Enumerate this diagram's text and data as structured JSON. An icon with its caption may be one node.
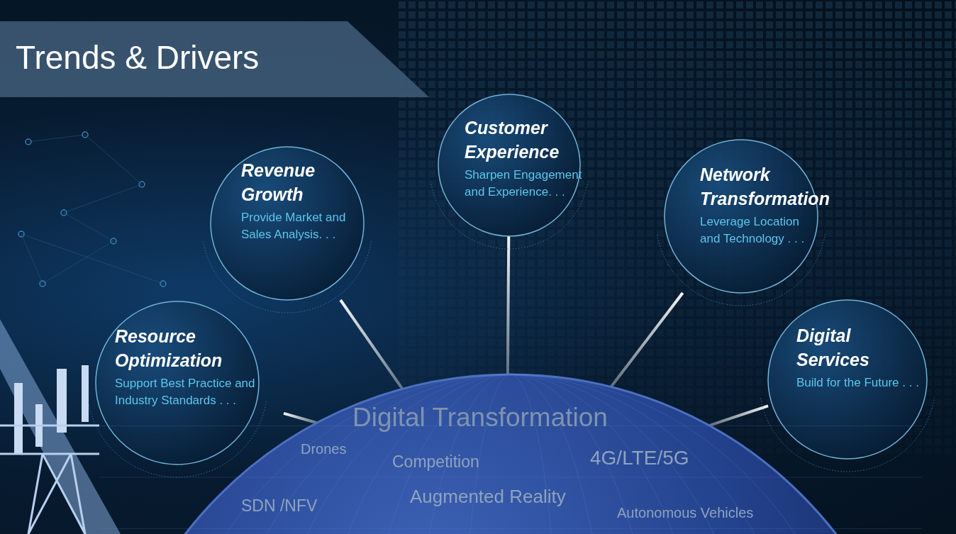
{
  "diagram": {
    "title": "Trends & Drivers",
    "nodes": [
      {
        "text": [
          "Resource Optimization",
          "Support Best Practice and Industry Standards . . ."
        ]
      },
      {
        "text": [
          "Revenue Growth",
          "Provide Market and Sales Analysis. . ."
        ]
      },
      {
        "text": [
          "Customer Experience",
          "Sharpen Engagement and Experience. . ."
        ]
      },
      {
        "text": [
          "Network Transformation",
          "Leverage Location and Technology . . ."
        ]
      },
      {
        "text": [
          "Digital Services",
          "Build for the Future . . ."
        ]
      },
      {
        "text": [
          "Digital Transformation",
          "Drones",
          "Competition",
          "4G/LTE/5G",
          "SDN /NFV",
          "Augmented Reality",
          "Autonomous Vehicles"
        ]
      }
    ],
    "edges": [
      {
        "from": 0,
        "to": 5,
        "arrow": "none"
      },
      {
        "from": 1,
        "to": 5,
        "arrow": "none"
      },
      {
        "from": 2,
        "to": 5,
        "arrow": "none"
      },
      {
        "from": 3,
        "to": 5,
        "arrow": "none"
      },
      {
        "from": 4,
        "to": 5,
        "arrow": "none"
      }
    ]
  }
}
